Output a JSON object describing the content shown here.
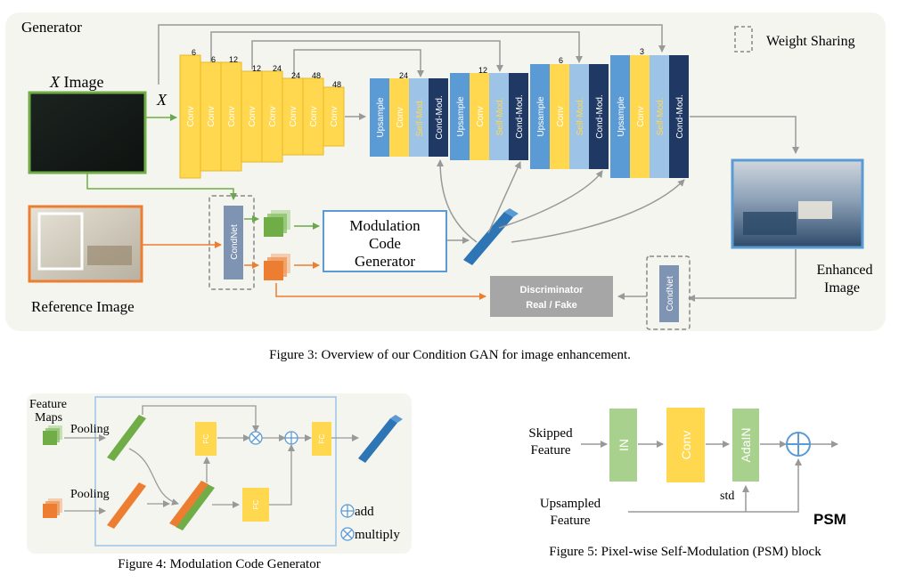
{
  "fig3": {
    "generator_label": "Generator",
    "weight_sharing_label": "Weight Sharing",
    "x_image_label_italic": "X",
    "x_image_label_rest": " Image",
    "x_arrow_label": "X",
    "reference_image_label": "Reference Image",
    "enhanced_image_label_1": "Enhanced",
    "enhanced_image_label_2": "Image",
    "conv_label": "Conv",
    "upsample_label": "Upsample",
    "self_mod_label": "Self-Mod.",
    "cond_mod_label": "Cond-Mod.",
    "condnet_label": "CondNet",
    "modulation_line1": "Modulation",
    "modulation_line2": "Code",
    "modulation_line3": "Generator",
    "discriminator_line1": "Discriminator",
    "discriminator_line2": "Real / Fake",
    "encoder_channels": [
      "6",
      "6",
      "12",
      "12",
      "24",
      "24",
      "48",
      "48"
    ],
    "decoder_channels": [
      "24",
      "12",
      "6",
      "3"
    ],
    "caption": "Figure 3: Overview of our Condition GAN for image enhancement."
  },
  "fig4": {
    "feature_maps_line1": "Feature",
    "feature_maps_line2": "Maps",
    "pooling_label": "Pooling",
    "fc_label": "FC",
    "add_legend": "add",
    "multiply_legend": "multiply",
    "caption": "Figure 4: Modulation Code Generator"
  },
  "fig5": {
    "skipped_line1": "Skipped",
    "skipped_line2": "Feature",
    "upsampled_line1": "Upsampled",
    "upsampled_line2": "Feature",
    "in_label": "IN",
    "conv_label": "Conv",
    "adain_label": "AdaIN",
    "std_label": "std",
    "psm_label": "PSM",
    "caption": "Figure 5: Pixel-wise Self-Modulation (PSM) block"
  },
  "colors": {
    "conv": "#ffd84f",
    "upsample": "#5b9bd5",
    "self_mod": "#9dc3e6",
    "cond_mod": "#1f3864",
    "condnet": "#7f93b3",
    "green": "#70ad47",
    "orange": "#ed7d31",
    "blue_block": "#2e75b6",
    "discriminator": "#a6a6a6",
    "panel": "#f4f5ef",
    "in_block": "#a9d18e"
  }
}
